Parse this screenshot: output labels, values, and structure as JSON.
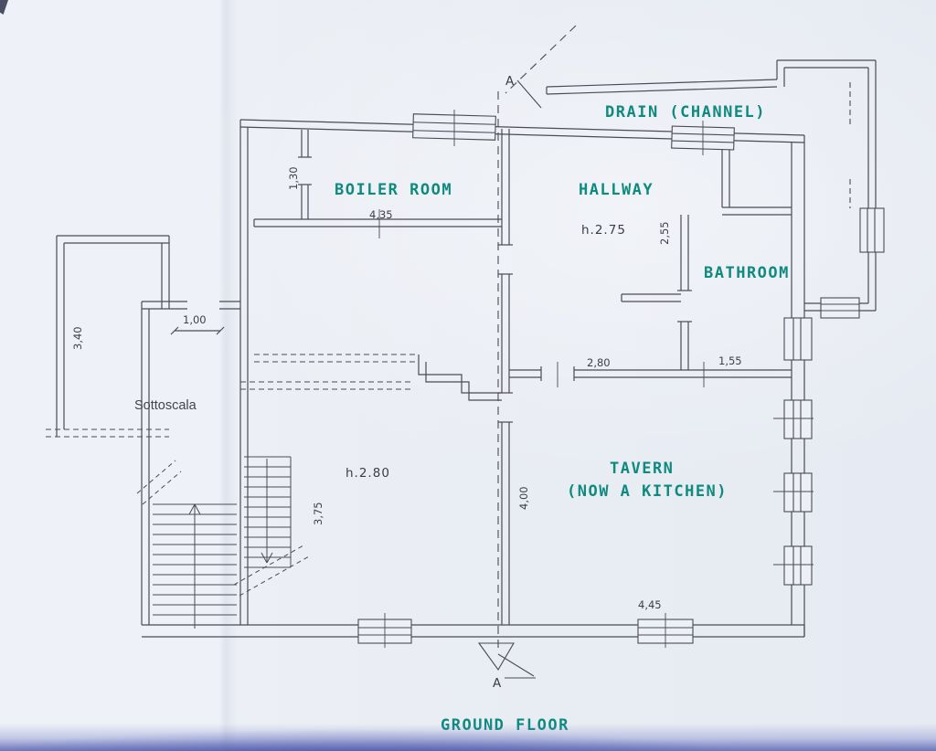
{
  "colors": {
    "accent_teal": "#0e8a7e",
    "ink": "#4b4b56",
    "paper": "#e9edf4"
  },
  "title": {
    "label": "GROUND FLOOR"
  },
  "section_marker": {
    "label": "A"
  },
  "rooms": {
    "drain": "DRAIN (CHANNEL)",
    "boiler": "BOILER ROOM",
    "hallway": "HALLWAY",
    "bathroom": "BATHROOM",
    "tavern_line1": "TAVERN",
    "tavern_line2": "(NOW A KITCHEN)",
    "sottoscala": "Sottoscala"
  },
  "heights": {
    "hallway": "h.2.75",
    "left_room": "h.2.80"
  },
  "dimensions": {
    "boiler_width": "4,35",
    "boiler_strip": "1,30",
    "hallway_right": "2,55",
    "hallway_width": "2,80",
    "bathroom_width": "1,55",
    "tavern_depth": "4,00",
    "tavern_width": "4,45",
    "stair_run": "3,75",
    "terrace_length": "3,40",
    "corridor_width": "1,00"
  }
}
